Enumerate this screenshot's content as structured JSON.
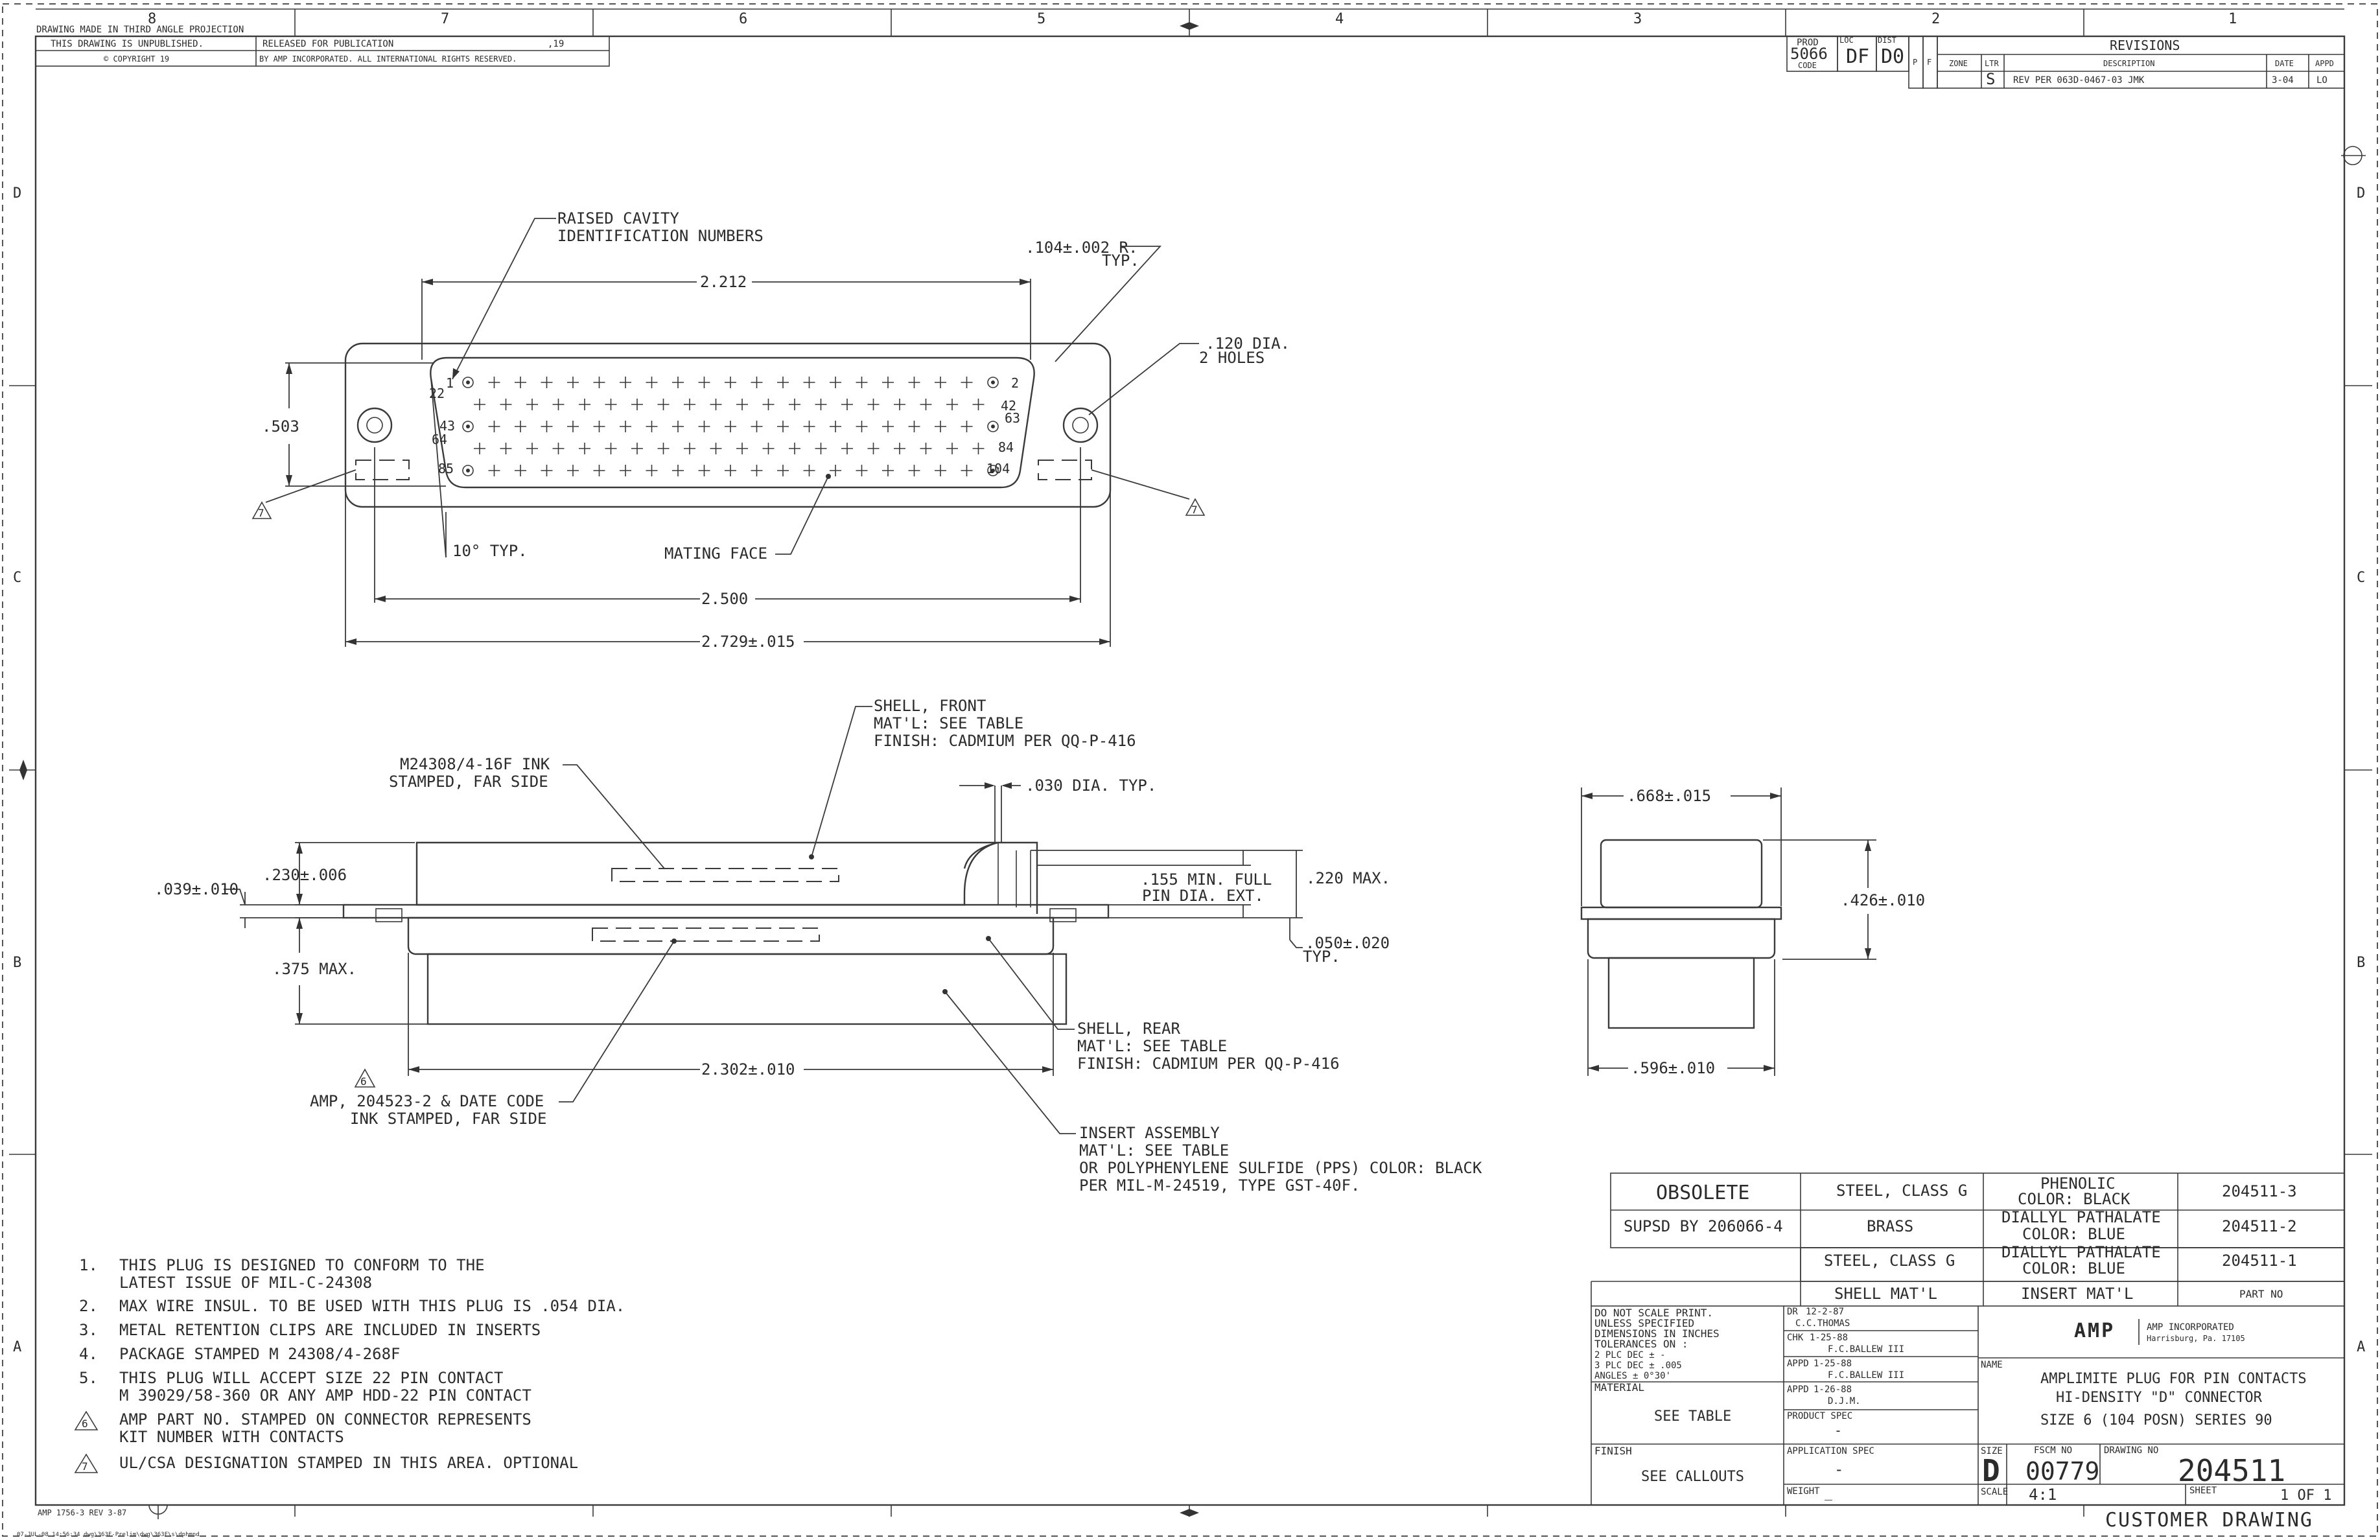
{
  "grid": {
    "cols": [
      "8",
      "7",
      "6",
      "5",
      "4",
      "3",
      "2",
      "1"
    ],
    "rows": [
      "D",
      "C",
      "B",
      "A"
    ]
  },
  "header": {
    "projection": "DRAWING MADE IN THIRD ANGLE PROJECTION",
    "unpublished": "THIS DRAWING IS UNPUBLISHED.",
    "released": "RELEASED FOR PUBLICATION",
    "year_suffix": ",19",
    "copyright": "© COPYRIGHT 19",
    "rights": "BY AMP INCORPORATED.  ALL INTERNATIONAL RIGHTS RESERVED."
  },
  "code_box": {
    "prod_label": "PROD",
    "prod_code": "5066",
    "code_label": "CODE",
    "loc_label": "LOC",
    "loc": "DF",
    "dist_label": "DIST",
    "dist": "D0",
    "p": "P",
    "f": "F"
  },
  "revisions": {
    "title": "REVISIONS",
    "headers": {
      "zone": "ZONE",
      "ltr": "LTR",
      "desc": "DESCRIPTION",
      "date": "DATE",
      "appd": "APPD"
    },
    "row": {
      "ltr": "S",
      "desc": "REV PER 063D-0467-03  JMK",
      "date": "3-04",
      "appd": "LO"
    }
  },
  "front_view": {
    "raised_cavity": [
      "RAISED CAVITY",
      "IDENTIFICATION NUMBERS"
    ],
    "radius": [
      ".104±.002 R.",
      "TYP."
    ],
    "holes": [
      ".120 DIA.",
      "2 HOLES"
    ],
    "dim_2212": "2.212",
    "dim_503": ".503",
    "angle": "10° TYP.",
    "mating_face": "MATING FACE",
    "dim_2500": "2.500",
    "dim_2729": "2.729±.015",
    "pin_numbers": [
      "1",
      "22",
      "2",
      "42",
      "43",
      "63",
      "64",
      "84",
      "85",
      "104"
    ],
    "ul_mark": "7"
  },
  "side_view": {
    "shell_front": [
      "SHELL, FRONT",
      "MAT'L: SEE TABLE",
      "FINISH: CADMIUM PER QQ-P-416"
    ],
    "ink_stamp": [
      "M24308/4-16F INK",
      "STAMPED, FAR SIDE"
    ],
    "dia_030": ".030 DIA. TYP.",
    "dim_230": ".230±.006",
    "dim_039": ".039±.010",
    "dim_155": [
      ".155 MIN. FULL",
      "PIN DIA. EXT."
    ],
    "dim_220": ".220 MAX.",
    "dim_050": [
      ".050±.020",
      "TYP."
    ],
    "dim_375": ".375 MAX.",
    "shell_rear": [
      "SHELL, REAR",
      "MAT'L: SEE TABLE",
      "FINISH: CADMIUM PER QQ-P-416"
    ],
    "part_stamp": [
      "AMP, 204523-2 & DATE CODE",
      "INK STAMPED, FAR SIDE"
    ],
    "part_mark": "6",
    "dim_2302": "2.302±.010",
    "insert": [
      "INSERT ASSEMBLY",
      "MAT'L: SEE TABLE",
      "OR POLYPHENYLENE SULFIDE (PPS) COLOR: BLACK",
      "PER MIL-M-24519, TYPE GST-40F."
    ]
  },
  "end_view": {
    "dim_668": ".668±.015",
    "dim_426": ".426±.010",
    "dim_596": ".596±.010"
  },
  "notes": [
    {
      "num": "1.",
      "lines": [
        "THIS PLUG IS DESIGNED TO CONFORM TO THE",
        "LATEST ISSUE OF MIL-C-24308"
      ]
    },
    {
      "num": "2.",
      "lines": [
        "MAX WIRE INSUL. TO BE USED WITH THIS PLUG IS .054 DIA."
      ]
    },
    {
      "num": "3.",
      "lines": [
        "METAL RETENTION CLIPS ARE INCLUDED IN INSERTS"
      ]
    },
    {
      "num": "4.",
      "lines": [
        "PACKAGE STAMPED M 24308/4-268F"
      ]
    },
    {
      "num": "5.",
      "lines": [
        "THIS PLUG WILL ACCEPT SIZE 22 PIN CONTACT",
        "M 39029/58-360 OR ANY AMP HDD-22 PIN CONTACT"
      ]
    },
    {
      "num": "6",
      "lines": [
        "AMP PART NO. STAMPED ON CONNECTOR REPRESENTS",
        "KIT NUMBER WITH CONTACTS"
      ]
    },
    {
      "num": "7",
      "lines": [
        "UL/CSA DESIGNATION STAMPED IN THIS AREA. OPTIONAL"
      ]
    }
  ],
  "mat_table": {
    "rows": [
      {
        "status": "OBSOLETE",
        "shell": "STEEL, CLASS G",
        "insert": [
          "PHENOLIC",
          "COLOR: BLACK"
        ],
        "part": "204511-3"
      },
      {
        "status": "SUPSD BY 206066-4",
        "shell": "BRASS",
        "insert": [
          "DIALLYL PATHALATE",
          "COLOR: BLUE"
        ],
        "part": "204511-2"
      },
      {
        "status": "",
        "shell": "STEEL, CLASS G",
        "insert": [
          "DIALLYL PATHALATE",
          "COLOR: BLUE"
        ],
        "part": "204511-1"
      }
    ],
    "headers": {
      "shell": "SHELL MAT'L",
      "insert": "INSERT MAT'L",
      "part": "PART NO"
    }
  },
  "title_block": {
    "tolerances": [
      "DO NOT SCALE PRINT.",
      "UNLESS SPECIFIED",
      "DIMENSIONS IN INCHES",
      "TOLERANCES  ON :",
      "2 PLC DEC ±  -",
      "3 PLC DEC ± .005",
      "ANGLES     ± 0°30'"
    ],
    "material_label": "MATERIAL",
    "material": "SEE TABLE",
    "finish_label": "FINISH",
    "finish": "SEE CALLOUTS",
    "dr": {
      "label": "DR",
      "date": "12-2-87",
      "name": "C.C.THOMAS"
    },
    "chk": {
      "label": "CHK",
      "date": "1-25-88",
      "name": "F.C.BALLEW III"
    },
    "appd1": {
      "label": "APPD",
      "date": "1-25-88",
      "name": "F.C.BALLEW III"
    },
    "appd2": {
      "label": "APPD",
      "date": "1-26-88",
      "name": "D.J.M."
    },
    "product_spec_label": "PRODUCT SPEC",
    "product_spec": "-",
    "app_spec_label": "APPLICATION SPEC",
    "app_spec": "-",
    "weight_label": "WEIGHT",
    "weight": "_",
    "company_logo": "AMP",
    "company": "AMP INCORPORATED",
    "city": "Harrisburg, Pa. 17105",
    "name_label": "NAME",
    "name_lines": [
      "AMPLIMITE PLUG FOR PIN CONTACTS",
      "HI-DENSITY \"D\" CONNECTOR",
      "SIZE 6 (104 POSN) SERIES 90"
    ],
    "size_label": "SIZE",
    "size": "D",
    "fscm_label": "FSCM NO",
    "fscm": "00779",
    "dwg_label": "DRAWING NO",
    "dwg_no": "204511",
    "scale_label": "SCALE",
    "scale": "4:1",
    "sheet_label": "SHEET",
    "sheet": "1 OF 1",
    "customer": "CUSTOMER DRAWING"
  },
  "footer": {
    "form": "AMP 1756-3 REV 3-87",
    "stamp": "07-JUL-08   14:56:34   dwg\\363F-Prelim\\dwg\\363F\\s\\dphmnd"
  }
}
